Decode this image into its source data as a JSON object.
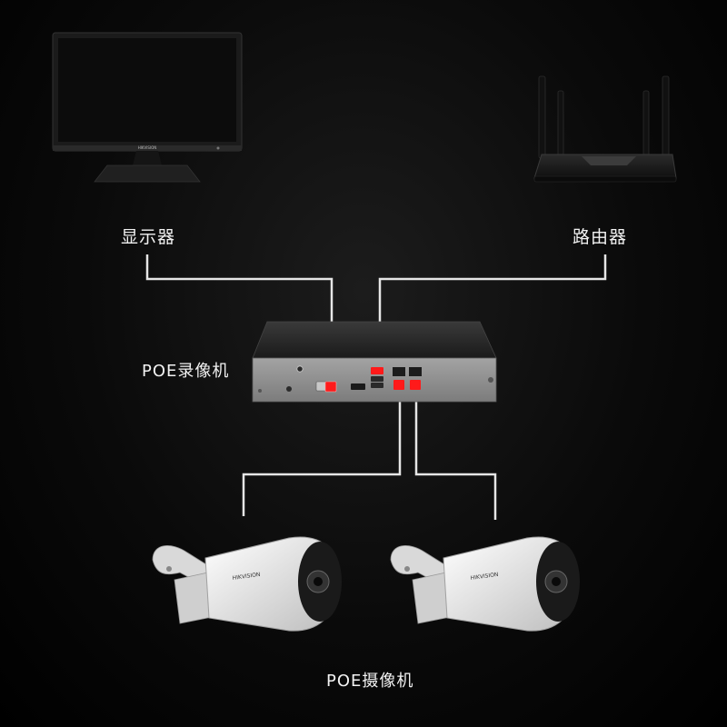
{
  "labels": {
    "monitor": "显示器",
    "router": "路由器",
    "nvr": "POE录像机",
    "cameras": "POE摄像机"
  },
  "brand": {
    "monitor": "HIKVISION",
    "camera": "HIKVISION"
  },
  "colors": {
    "background": "#000000",
    "cable": "#e6e6e6",
    "port_highlight": "#ff1a1a",
    "device_dark": "#1e1e1e",
    "camera_body": "#f2f2f2",
    "nvr_panel": "#8f8f8f"
  },
  "devices": [
    {
      "name": "monitor-icon"
    },
    {
      "name": "router-icon"
    },
    {
      "name": "nvr-recorder-icon"
    },
    {
      "name": "poe-camera-icon"
    },
    {
      "name": "poe-camera-icon"
    }
  ]
}
